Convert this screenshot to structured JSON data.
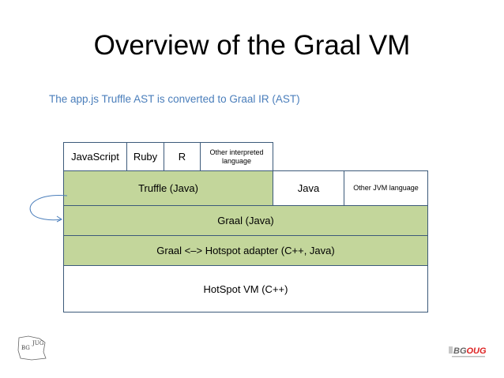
{
  "slide": {
    "title": "Overview of the Graal VM",
    "subtitle": "The app.js Truffle AST is converted to Graal IR (AST)"
  },
  "diagram": {
    "languages": [
      "JavaScript",
      "Ruby",
      "R",
      "Other interpreted language"
    ],
    "truffle": "Truffle (Java)",
    "java": "Java",
    "other_jvm": "Other JVM language",
    "graal": "Graal (Java)",
    "adapter": "Graal <–> Hotspot adapter (C++, Java)",
    "hotspot": "HotSpot VM (C++)",
    "colors": {
      "green": "#c3d69b",
      "border": "#3c5a7a",
      "arrow": "#4a7ebb",
      "subtitle": "#4a7ebb"
    }
  },
  "logos": {
    "left": "BG JUG",
    "right": "BGOUG"
  }
}
